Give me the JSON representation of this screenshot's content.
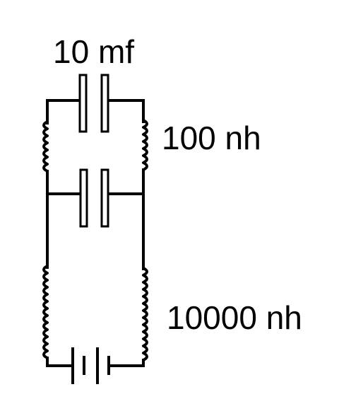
{
  "labels": {
    "capacitance": "10 mf",
    "small_inductance": "100 nh",
    "large_inductance": "10000 nh"
  },
  "components": [
    {
      "type": "capacitor",
      "value_label": "10 mf"
    },
    {
      "type": "inductor-pair",
      "value_label": "100 nh"
    },
    {
      "type": "capacitor",
      "value_label": ""
    },
    {
      "type": "inductor-pair",
      "value_label": "10000 nh"
    },
    {
      "type": "battery",
      "value_label": ""
    }
  ]
}
